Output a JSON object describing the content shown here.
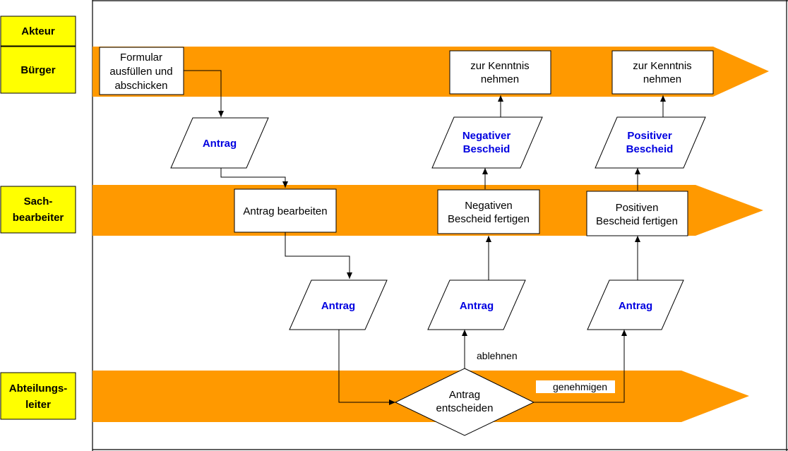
{
  "colors": {
    "lane": "#ff9900",
    "actor_fill": "#ffff00",
    "document_text": "#0000e0",
    "line": "#000000"
  },
  "header": {
    "actor_label": "Akteur"
  },
  "actors": {
    "buerger": "Bürger",
    "sachbearbeiter": [
      "Sach-",
      "bearbeiter"
    ],
    "abteilungsleiter": [
      "Abteilungs-",
      "leiter"
    ]
  },
  "processes": {
    "formular": [
      "Formular",
      "ausfüllen und",
      "abschicken"
    ],
    "zur_kenntnis_1": [
      "zur Kenntnis",
      "nehmen"
    ],
    "zur_kenntnis_2": [
      "zur Kenntnis",
      "nehmen"
    ],
    "antrag_bearbeiten": "Antrag bearbeiten",
    "negativen_bescheid": [
      "Negativen",
      "Bescheid fertigen"
    ],
    "positiven_bescheid": [
      "Positiven",
      "Bescheid fertigen"
    ],
    "antrag_entscheiden": [
      "Antrag",
      "entscheiden"
    ]
  },
  "documents": {
    "antrag_1": "Antrag",
    "antrag_2": "Antrag",
    "antrag_3": "Antrag",
    "antrag_4": "Antrag",
    "negativer_bescheid": [
      "Negativer",
      "Bescheid"
    ],
    "positiver_bescheid": [
      "Positiver",
      "Bescheid"
    ]
  },
  "edge_labels": {
    "ablehnen": "ablehnen",
    "genehmigen": "genehmigen"
  }
}
